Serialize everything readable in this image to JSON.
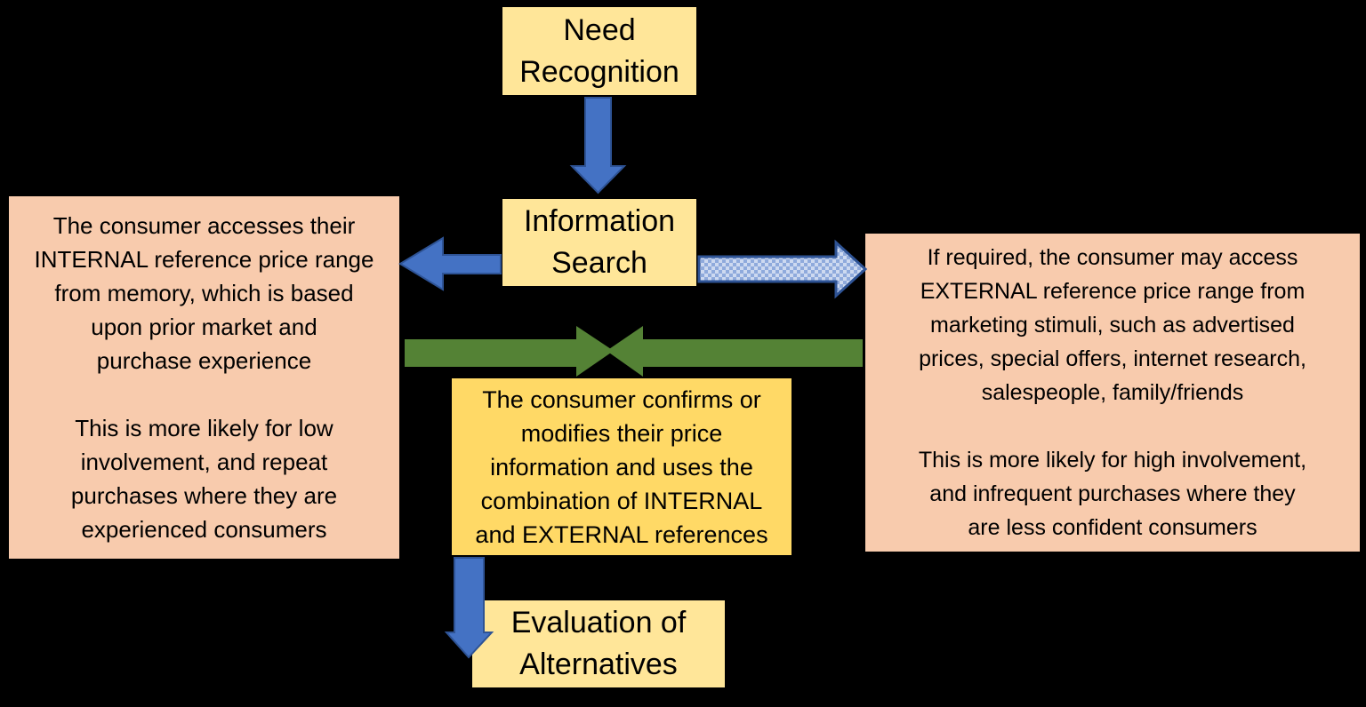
{
  "background_color": "#000000",
  "colors": {
    "node_fill_light_yellow": "#FFE699",
    "node_fill_gold": "#FFD966",
    "panel_fill_salmon": "#F8CBAD",
    "node_border": "#000000",
    "arrow_blue_fill": "#4472C4",
    "arrow_blue_border": "#2E5395",
    "arrow_pattern_light": "#CDD9F0",
    "arrow_pattern_dark": "#8FAADC",
    "arrow_green_fill": "#548235",
    "text_color": "#000000"
  },
  "nodes": {
    "need_recognition": {
      "label_lines": [
        "Need",
        "Recognition"
      ]
    },
    "information_search": {
      "label_lines": [
        "Information",
        "Search"
      ]
    },
    "confirm_modify": {
      "label_lines": [
        "The consumer confirms or",
        "modifies their price",
        "information and uses the",
        "combination of INTERNAL",
        "and EXTERNAL references"
      ]
    },
    "evaluation": {
      "label_lines": [
        "Evaluation of",
        "Alternatives"
      ]
    }
  },
  "panels": {
    "internal": {
      "para1_lines": [
        "The consumer accesses their",
        "INTERNAL reference price range",
        "from memory, which is based",
        "upon prior market and",
        "purchase experience"
      ],
      "para2_lines": [
        "This is more likely for low",
        "involvement, and repeat",
        "purchases where they are",
        "experienced consumers"
      ]
    },
    "external": {
      "para1_lines": [
        "If required, the consumer may access",
        "EXTERNAL reference price range from",
        "marketing stimuli, such as advertised",
        "prices, special offers, internet research,",
        "salespeople, family/friends"
      ],
      "para2_lines": [
        "This is more likely for high involvement,",
        "and infrequent purchases where they",
        "are less confident consumers"
      ]
    }
  },
  "arrows": [
    {
      "name": "need-to-search",
      "style": "solid-blue",
      "direction": "down"
    },
    {
      "name": "search-to-internal",
      "style": "solid-blue",
      "direction": "left"
    },
    {
      "name": "search-to-external",
      "style": "patterned-blue",
      "direction": "right"
    },
    {
      "name": "internal-to-confirm",
      "style": "solid-green",
      "direction": "right"
    },
    {
      "name": "external-to-confirm",
      "style": "solid-green",
      "direction": "left"
    },
    {
      "name": "confirm-to-evaluation",
      "style": "solid-blue",
      "direction": "down"
    }
  ]
}
